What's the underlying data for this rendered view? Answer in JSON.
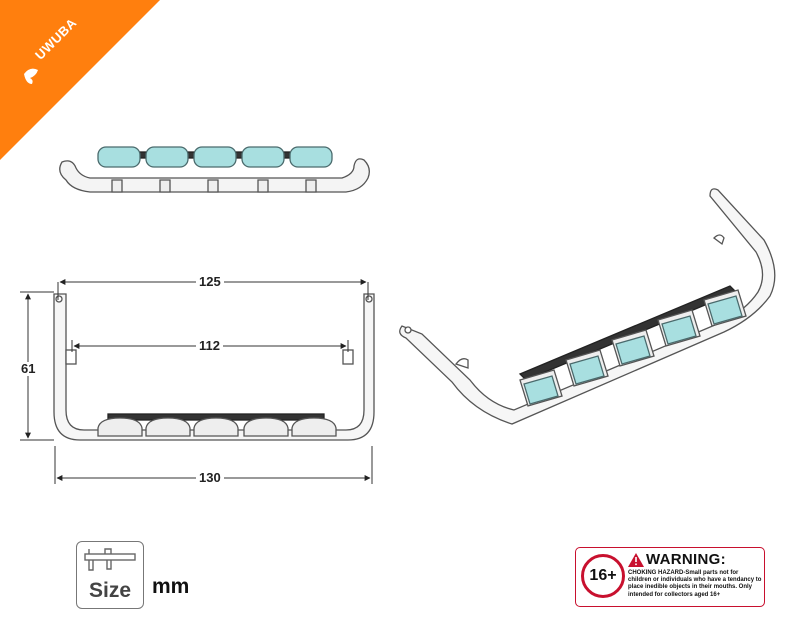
{
  "brand": {
    "logo_text": "UWUBA",
    "color": "#ff7f0e"
  },
  "dimensions": {
    "total_width": "125",
    "mount_spacing": "112",
    "overall_length": "130",
    "height": "61"
  },
  "size_badge": {
    "word": "Size",
    "unit": "mm",
    "icon": "caliper-icon"
  },
  "warning": {
    "age": "16+",
    "title": "WARNING:",
    "text": "CHOKING HAZARD-Small parts not for children or individuals who have a tendancy to place inedible objects in their mouths. Only intended for collectors aged 16+",
    "accent": "#c8102e"
  },
  "colors": {
    "lamp_lens": "#a8dfe0",
    "outline": "#555555"
  }
}
